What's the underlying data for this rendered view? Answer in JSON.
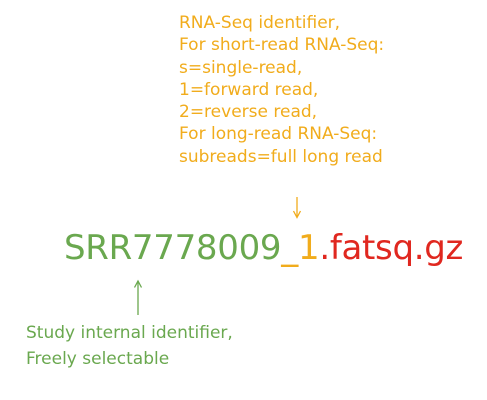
{
  "colors": {
    "green": "#6aa84f",
    "orange": "#f1ac1c",
    "red": "#e0271f"
  },
  "rna_note": {
    "lines": [
      "RNA-Seq identifier,",
      "For short-read RNA-Seq:",
      "s=single-read,",
      "1=forward read,",
      "2=reverse read,",
      "For long-read RNA-Seq:",
      "subreads=full long read"
    ]
  },
  "filename": {
    "study_part": "SRR7778009",
    "separator": "_",
    "read_part": "1",
    "extension": ".fatsq.gz"
  },
  "study_note": {
    "lines": [
      "Study internal identifier,",
      "Freely selectable"
    ]
  }
}
